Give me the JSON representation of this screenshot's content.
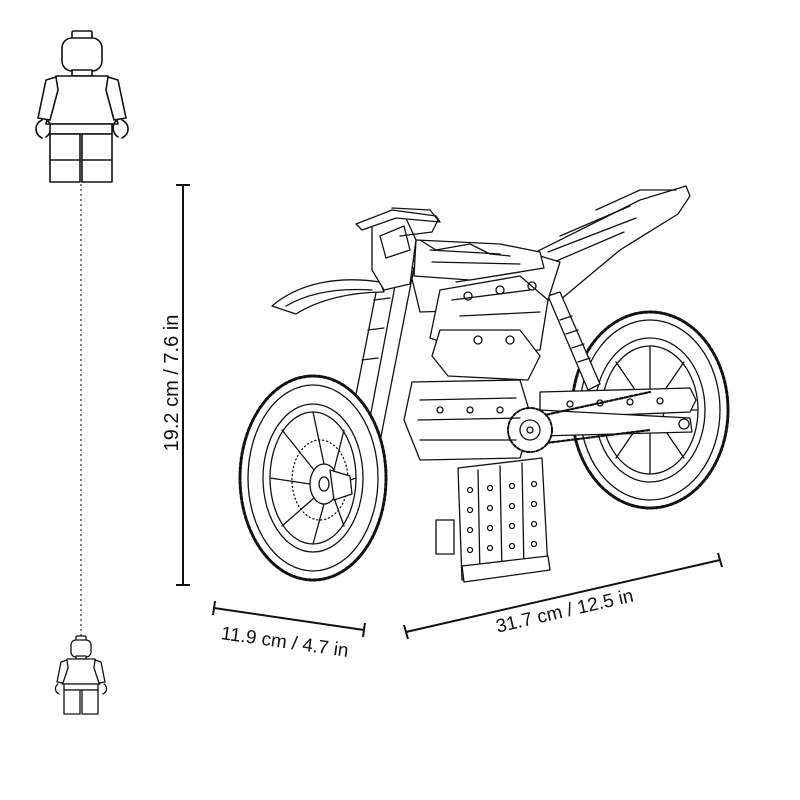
{
  "dimensions": {
    "height_label": "19.2 cm / 7.6 in",
    "width_label": "11.9 cm / 4.7 in",
    "length_label": "31.7 cm / 12.5 in"
  },
  "colors": {
    "line": "#111111",
    "background": "#ffffff"
  },
  "icons": {
    "large_figure": "minifigure-icon",
    "small_figure": "minifigure-icon",
    "model": "motorcycle-model"
  }
}
